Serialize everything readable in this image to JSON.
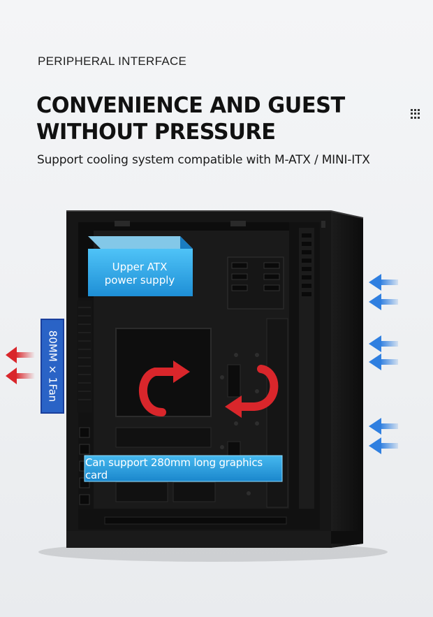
{
  "header": {
    "eyebrow": "PERIPHERAL INTERFACE",
    "headline_line1": "CONVENIENCE AND GUEST",
    "headline_line2": "WITHOUT PRESSURE",
    "subtitle": "Support cooling system compatible with M-ATX / MINI-ITX"
  },
  "callouts": {
    "psu_line1": "Upper ATX",
    "psu_line2": "power supply",
    "fan": "80MM × 1Fan",
    "gpu": "Can support 280mm long graphics card"
  },
  "icons": {
    "menu": "grid-dots-icon",
    "exhaust": "double-arrow-left-red-icon",
    "intake": "double-arrow-left-blue-icon",
    "airflow": "curved-arrow-red-icon"
  },
  "colors": {
    "accent_blue": "#2a63c6",
    "callout_cyan": "#2aa7e8",
    "exhaust_red": "#d9262b",
    "intake_blue": "#2f7fe0",
    "chassis": "#141414"
  }
}
